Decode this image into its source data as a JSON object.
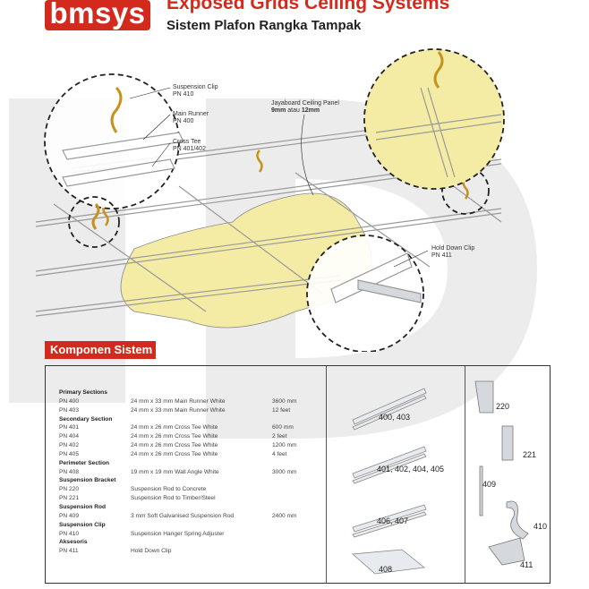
{
  "header": {
    "logo": "bmsys",
    "title": "Exposed Grids Ceiling Systems",
    "subtitle": "Sistem Plafon Rangka Tampak"
  },
  "diagram_labels": {
    "suspension_clip": "Suspension Clip",
    "suspension_clip_pn": "PN 410",
    "main_runner": "Main Runner",
    "main_runner_pn": "PN 400",
    "cross_tee": "Cross Tee",
    "cross_tee_pn": "PN 401/402",
    "panel": "Jayaboard Ceiling Panel",
    "panel_size_a": "9mm",
    "panel_size_sep": " atau ",
    "panel_size_b": "12mm",
    "hold_down_clip": "Hold Down Clip",
    "hold_down_clip_pn": "PN 411"
  },
  "components": {
    "section_title": "Komponen Sistem",
    "rows": [
      {
        "type": "head",
        "text": "Primary Sections"
      },
      {
        "type": "item",
        "pn": "PN 400",
        "desc": "24 mm x 33 mm Main Runner White",
        "size": "3600 mm"
      },
      {
        "type": "item",
        "pn": "PN 403",
        "desc": "24 mm x 33 mm Main Runner White",
        "size": "12 feet"
      },
      {
        "type": "head",
        "text": "Secondary Section"
      },
      {
        "type": "item",
        "pn": "PN 401",
        "desc": "24 mm x 26 mm Cross Tee White",
        "size": "600 mm"
      },
      {
        "type": "item",
        "pn": "PN 404",
        "desc": "24 mm x 26 mm Cross Tee White",
        "size": "2 feet"
      },
      {
        "type": "item",
        "pn": "PN 402",
        "desc": "24 mm x 26 mm Cross Tee White",
        "size": "1200 mm"
      },
      {
        "type": "item",
        "pn": "PN 405",
        "desc": "24 mm x 26 mm Cross Tee White",
        "size": "4 feet"
      },
      {
        "type": "head",
        "text": "Perimeter Section"
      },
      {
        "type": "item",
        "pn": "PN 408",
        "desc": "19 mm x 19 mm Wall Angle White",
        "size": "3000 mm"
      },
      {
        "type": "head",
        "text": "Suspension Bracket"
      },
      {
        "type": "item",
        "pn": "PN 220",
        "desc": "Suspension Rod to Concrete",
        "size": ""
      },
      {
        "type": "item",
        "pn": "PN 221",
        "desc": "Suspension Rod to Timber/Steel",
        "size": ""
      },
      {
        "type": "head",
        "text": "Suspension Rod"
      },
      {
        "type": "item",
        "pn": "PN 409",
        "desc": "3 mm Soft Galvanised Suspension Rod",
        "size": "2400 mm"
      },
      {
        "type": "head",
        "text": "Suspension Clip"
      },
      {
        "type": "item",
        "pn": "PN 410",
        "desc": "Suspension Hanger Spring Adjuster",
        "size": ""
      },
      {
        "type": "head",
        "text": "Aksesoris"
      },
      {
        "type": "item",
        "pn": "PN 411",
        "desc": "Hold Down Clip",
        "size": ""
      }
    ],
    "profile_labels": [
      "400, 403",
      "401, 402, 404, 405",
      "406, 407",
      "408"
    ],
    "bracket_labels": [
      "220",
      "221",
      "409",
      "410",
      "411"
    ]
  },
  "colors": {
    "brand_red": "#d42a1e",
    "panel_yellow": "#f4eca5"
  }
}
